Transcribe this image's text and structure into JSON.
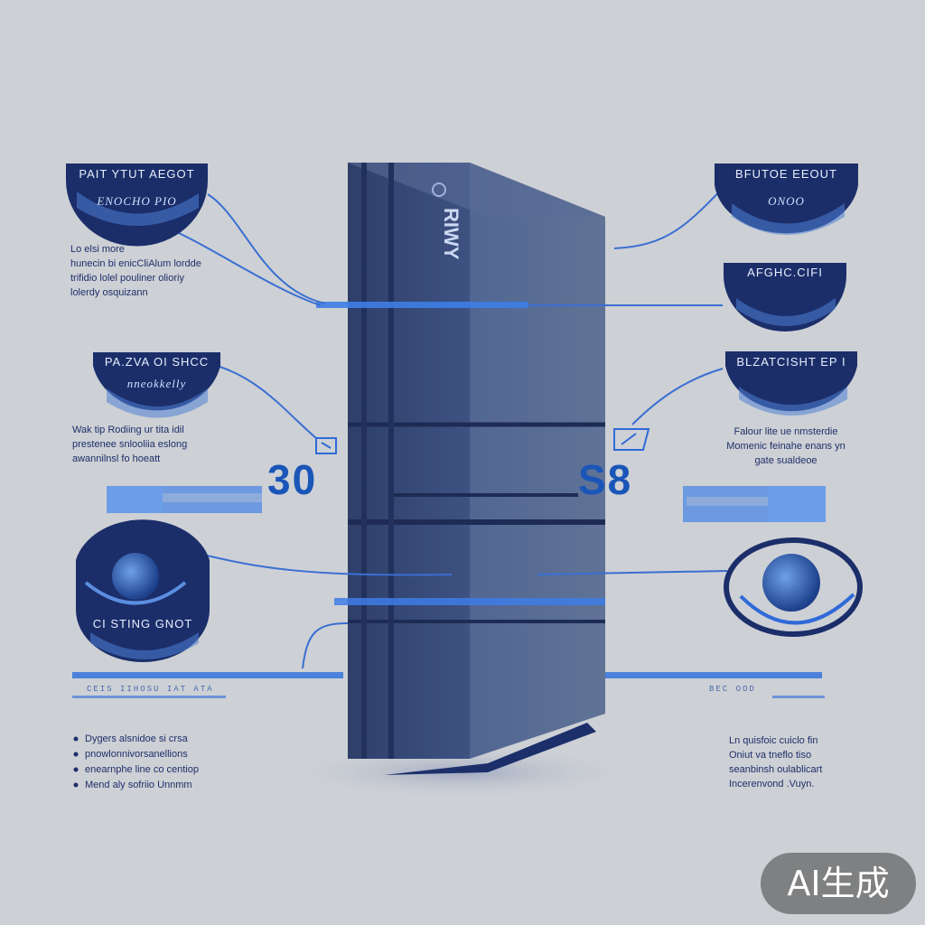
{
  "device": {
    "logo_text": "RIWY"
  },
  "callouts": {
    "top_left": {
      "title": "PAIT YTUT AEGOT",
      "subtitle": "ENOCHO PIO"
    },
    "top_right": {
      "title": "BFUTOE EEOUT",
      "subtitle": "ONOO"
    },
    "upper_right_2": {
      "title": "AFGHC.CIFI",
      "subtitle": ""
    },
    "mid_left": {
      "title": "PA.ZVA OI SHCC",
      "subtitle": "nneokkelly"
    },
    "mid_right": {
      "title": "BLZATCISHT EP I",
      "subtitle": ""
    },
    "low_left": {
      "title": "CI STING GNOT",
      "subtitle": ""
    }
  },
  "paragraphs": {
    "top_left": [
      "Lo elsi more",
      "hunecin bi enicCliAlum lordde",
      "trifidio lolel pouliner olioriy",
      "lolerdy osquizann"
    ],
    "mid_left": [
      "Wak tip Rodiing ur tita idil",
      "prestenee snlooliia eslong",
      "awannilnsl fo hoeatt"
    ],
    "mid_right": [
      "Falour lite ue nmsterdie",
      "Momenic feinahe enans yn",
      "gate sualdeoe"
    ],
    "bottom_right": [
      "Ln quisfoic cuiclo fin",
      "Oniut va tneflo tiso",
      "seanbinsh oulablicart",
      "Incerenvond .Vuyn."
    ]
  },
  "bullets": [
    "Dygers alsnidoe si crsa",
    "pnowlonnivorsanellions",
    "enearnphe line co centiop",
    "Mend aly sofriio Unnmm"
  ],
  "numbers": {
    "left": "30",
    "right": "S8"
  },
  "captions": {
    "left": "CEIS IIHOSU IAT ATA",
    "right": "BEC OOD"
  },
  "badge": {
    "label": "AI生成"
  },
  "colors": {
    "background": "#cdd0d5",
    "navy": "#1c2f6b",
    "accent": "#2f6ad9",
    "device": "#4a5c84"
  }
}
